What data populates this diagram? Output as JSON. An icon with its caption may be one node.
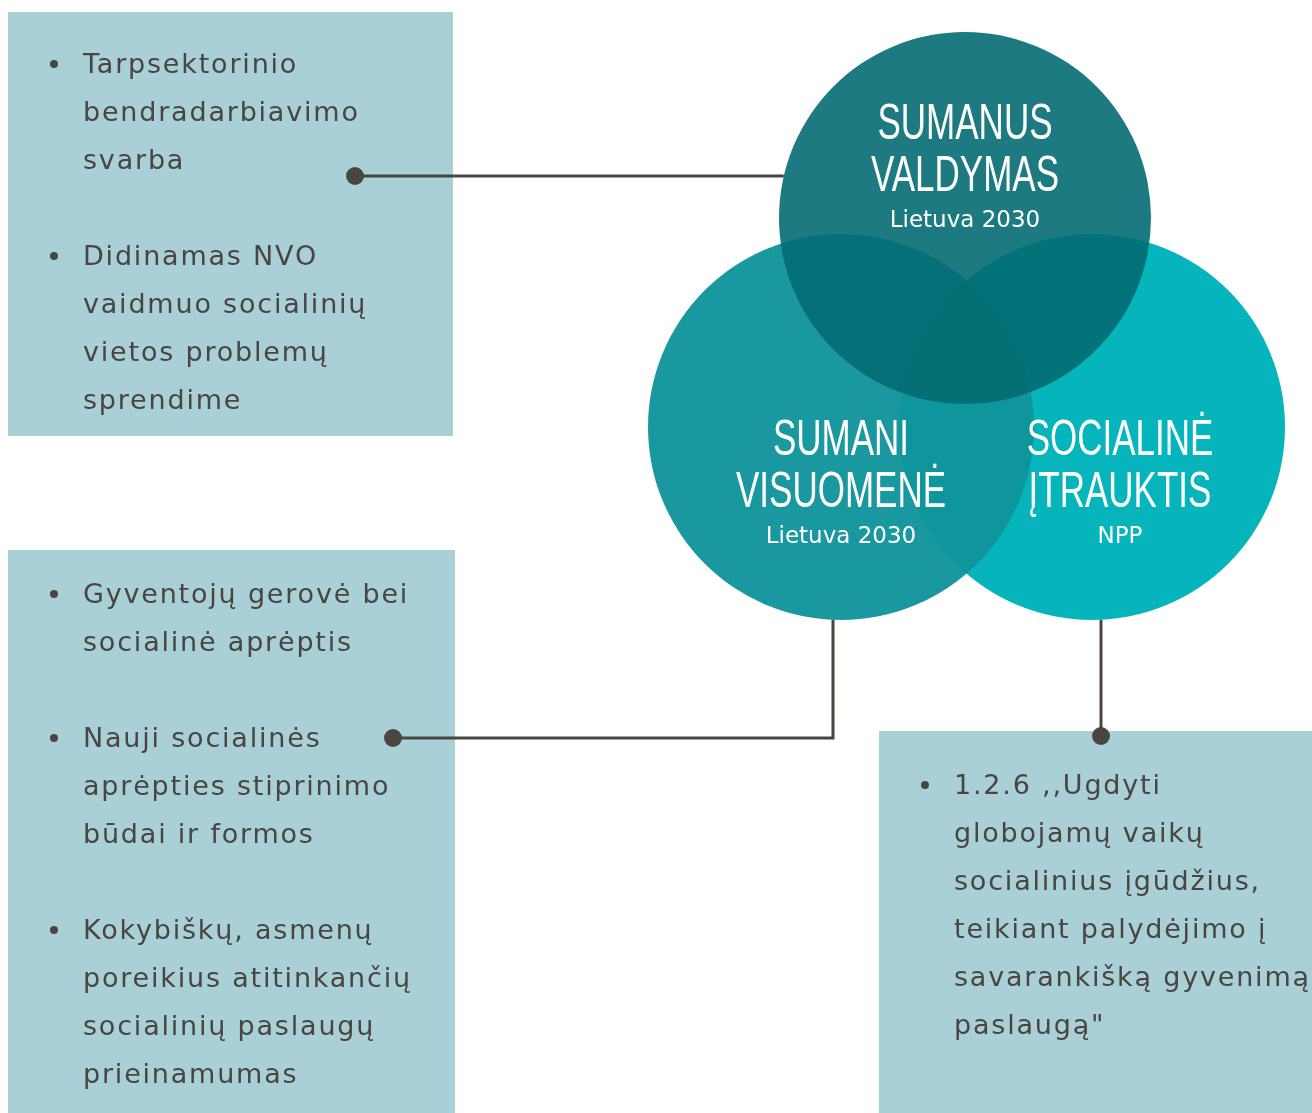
{
  "diagram": {
    "nodes": [
      {
        "text": [
          "Tarpsektorinio bendradarbiavimo svarba",
          "Didinamas NVO vaidmuo socialinių vietos problemų sprendime"
        ]
      },
      {
        "text": [
          "SUMANUS VALDYMAS",
          "Lietuva 2030"
        ]
      },
      {
        "text": [
          "SUMANI VISUOMENĖ",
          "Lietuva 2030"
        ]
      },
      {
        "text": [
          "SOCIALINĖ ĮTRAUKTIS",
          "NPP"
        ]
      },
      {
        "text": [
          "Gyventojų gerovė bei socialinė aprėptis",
          "Nauji socialinės aprėpties stiprinimo būdai ir formos",
          "Kokybiškų, asmenų poreikius atitinkančių socialinių paslaugų prieinamumas"
        ]
      },
      {
        "text": [
          "1.2.6 ,,Ugdyti globojamų vaikų socialinius įgūdžius, teikiant palydėjimo į savarankišką gyvenimą paslaugą\""
        ]
      }
    ],
    "edges": [
      {
        "from": 0,
        "to": 1,
        "arrow": "other"
      },
      {
        "from": 4,
        "to": 2,
        "arrow": "other"
      },
      {
        "from": 5,
        "to": 3,
        "arrow": "other"
      }
    ]
  }
}
